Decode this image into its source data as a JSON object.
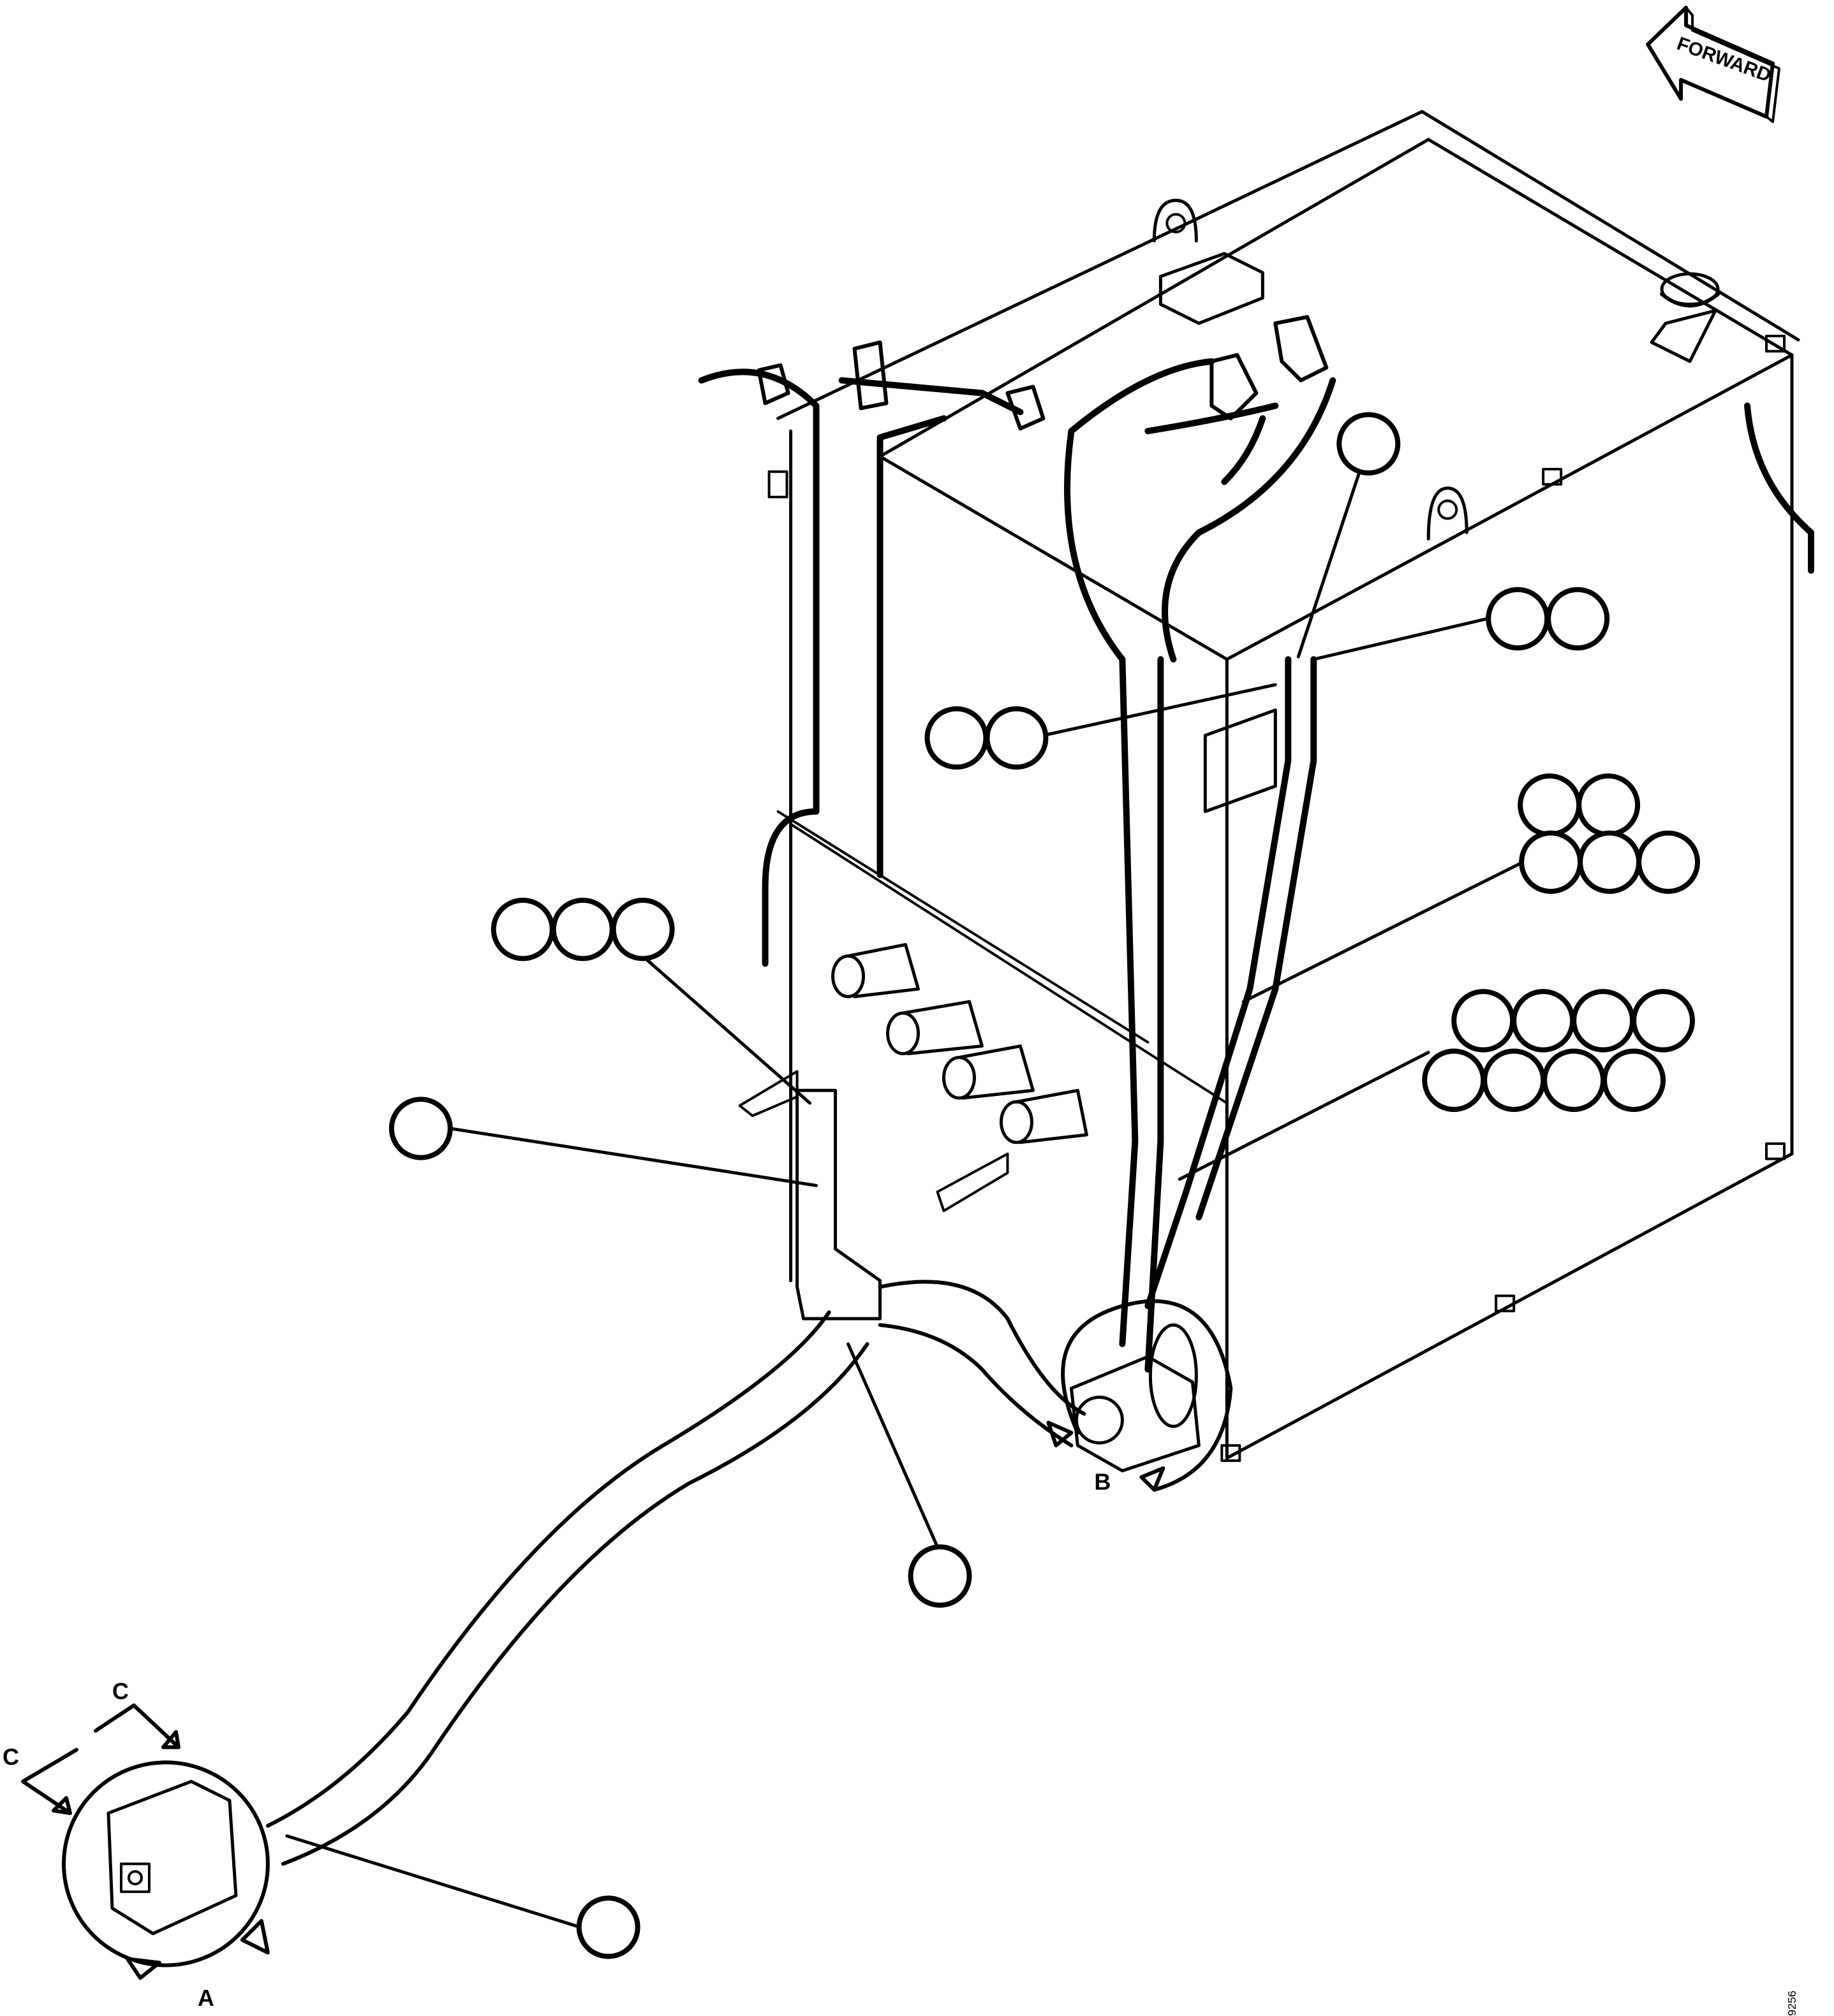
{
  "figure": {
    "orientation_label": "FORWARD",
    "view_labels": {
      "view_a": "A",
      "view_b": "B",
      "view_c_top": "C",
      "view_c_left": "C"
    },
    "figure_code": "9256"
  },
  "callouts": [
    {
      "id": "callout-tank-top",
      "bubbles": 1
    },
    {
      "id": "callout-right-upper",
      "bubbles": 2
    },
    {
      "id": "callout-left-upper",
      "bubbles": 2
    },
    {
      "id": "callout-right-middle",
      "bubbles": 5
    },
    {
      "id": "callout-right-lower",
      "bubbles": 8
    },
    {
      "id": "callout-left-filters",
      "bubbles": 3
    },
    {
      "id": "callout-bracket",
      "bubbles": 1
    },
    {
      "id": "callout-suction-hose",
      "bubbles": 1
    },
    {
      "id": "callout-hose-end",
      "bubbles": 1
    }
  ],
  "colors": {
    "line": "#000000",
    "background": "#ffffff"
  }
}
